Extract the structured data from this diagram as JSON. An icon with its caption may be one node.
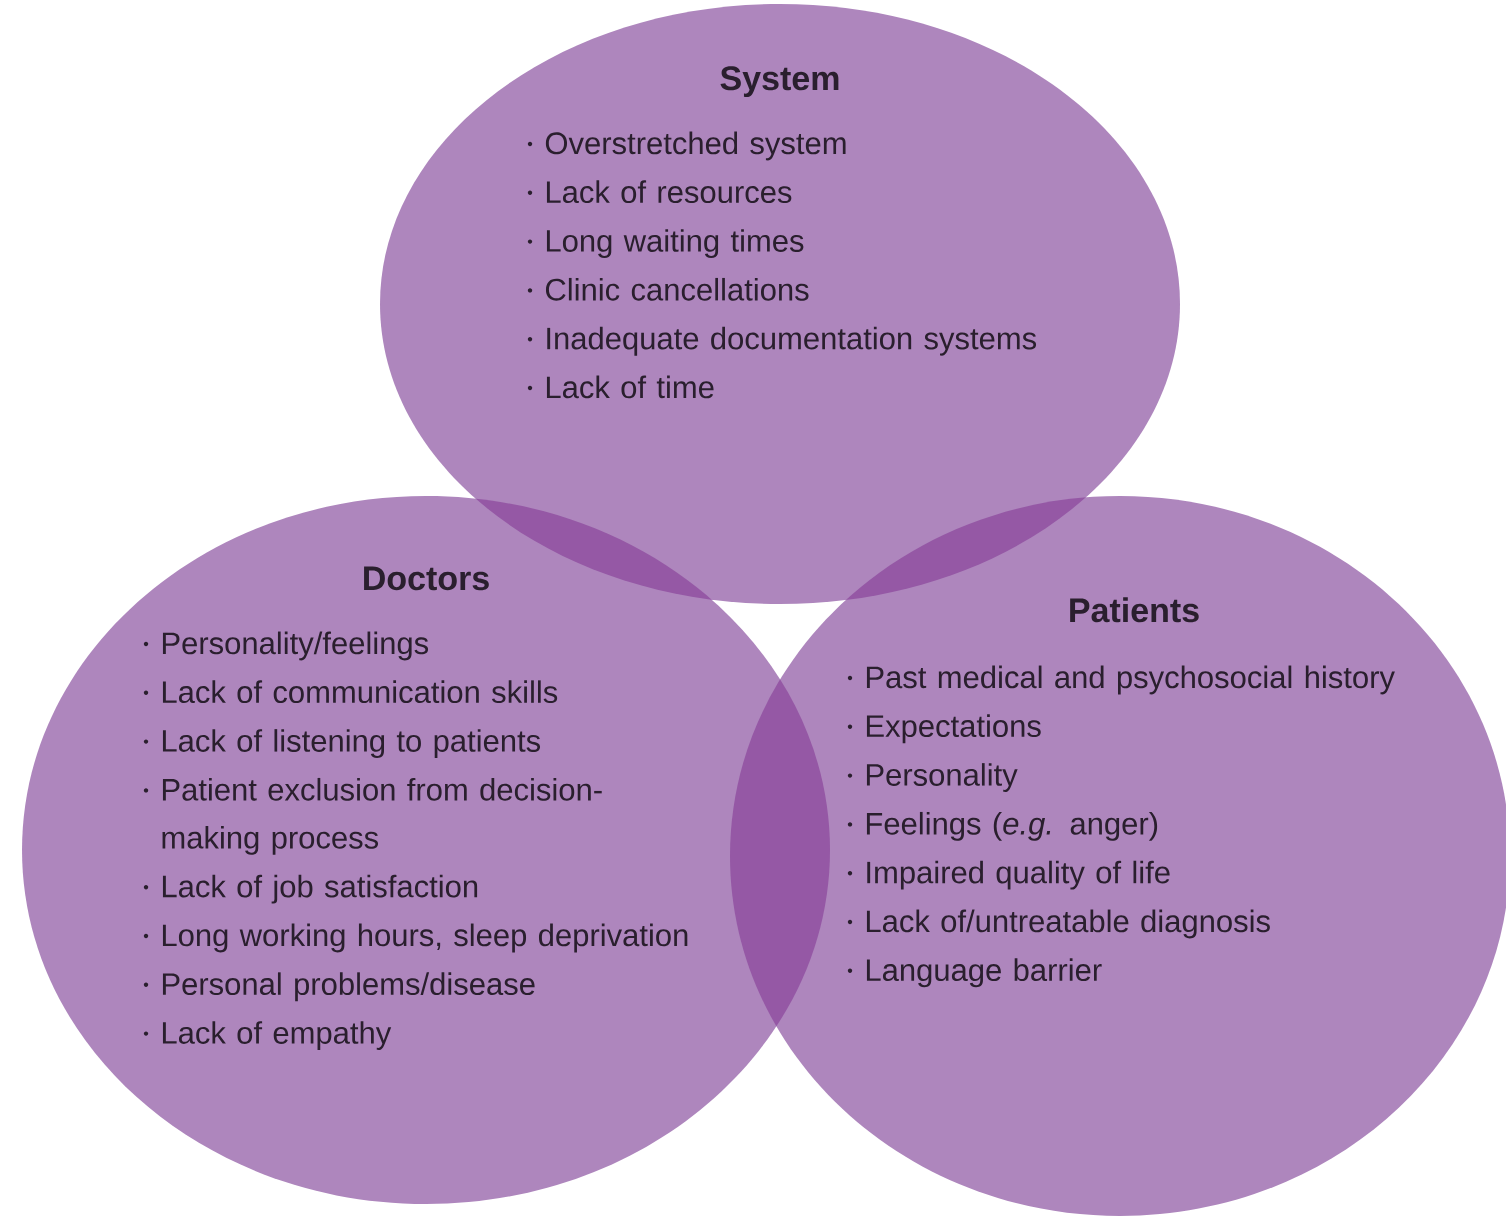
{
  "diagram": {
    "nodes": [
      {
        "text": [
          "System",
          "Overstretched system",
          "Lack of resources",
          "Long waiting times",
          "Clinic cancellations",
          "Inadequate documentation systems",
          "Lack of time"
        ]
      },
      {
        "text": [
          "Doctors",
          "Personality/feelings",
          "Lack of communication skills",
          "Lack of listening to patients",
          "Patient exclusion from decision-making process",
          "Lack of job satisfaction",
          "Long working hours, sleep deprivation",
          "Personal problems/disease",
          "Lack of empathy"
        ]
      },
      {
        "text": [
          "Patients",
          "Past medical and psychosocial history",
          "Expectations",
          "Personality",
          "Feelings (*e.g.* anger)",
          "Impaired quality of life",
          "Lack of/untreatable diagnosis",
          "Language barrier"
        ]
      }
    ]
  }
}
